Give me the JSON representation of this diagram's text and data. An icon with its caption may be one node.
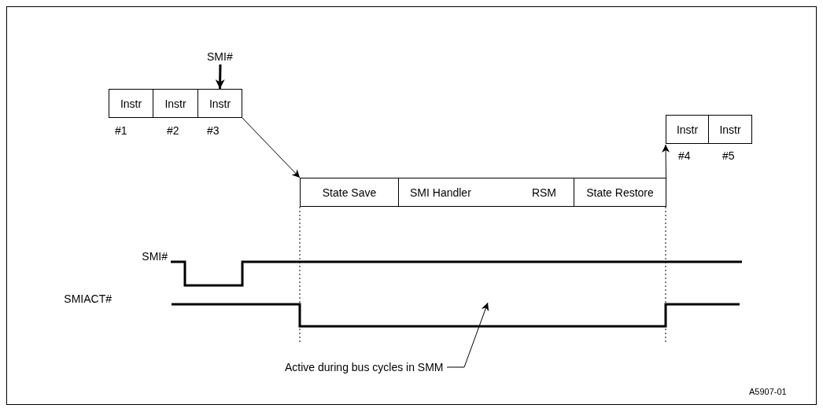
{
  "diagram": {
    "nodes": [
      {
        "text": [
          "SMI#"
        ]
      },
      {
        "text": [
          "Instr"
        ],
        "beside": [
          "#1"
        ]
      },
      {
        "text": [
          "Instr"
        ],
        "beside": [
          "#2"
        ]
      },
      {
        "text": [
          "Instr"
        ],
        "beside": [
          "#3"
        ]
      },
      {
        "text": [
          "State Save"
        ]
      },
      {
        "text": [
          "SMI Handler",
          "RSM"
        ]
      },
      {
        "text": [
          "State Restore"
        ]
      },
      {
        "text": [
          "Instr"
        ],
        "beside": [
          "#4"
        ]
      },
      {
        "text": [
          "Instr"
        ],
        "beside": [
          "#5"
        ]
      },
      {
        "text": [
          "Active during bus cycles in SMM"
        ]
      },
      {
        "text": [],
        "shape": "waveform"
      }
    ],
    "edges": [
      {
        "from": 0,
        "to": 3,
        "arrow": "to",
        "style": "thick"
      },
      {
        "from": 3,
        "to": 4,
        "arrow": "to"
      },
      {
        "from": 6,
        "to": 7,
        "arrow": "to"
      },
      {
        "from": 9,
        "to": 10,
        "arrow": "to"
      }
    ],
    "labels": [
      "SMI#",
      "SMIACT#",
      "A5907-01"
    ]
  }
}
